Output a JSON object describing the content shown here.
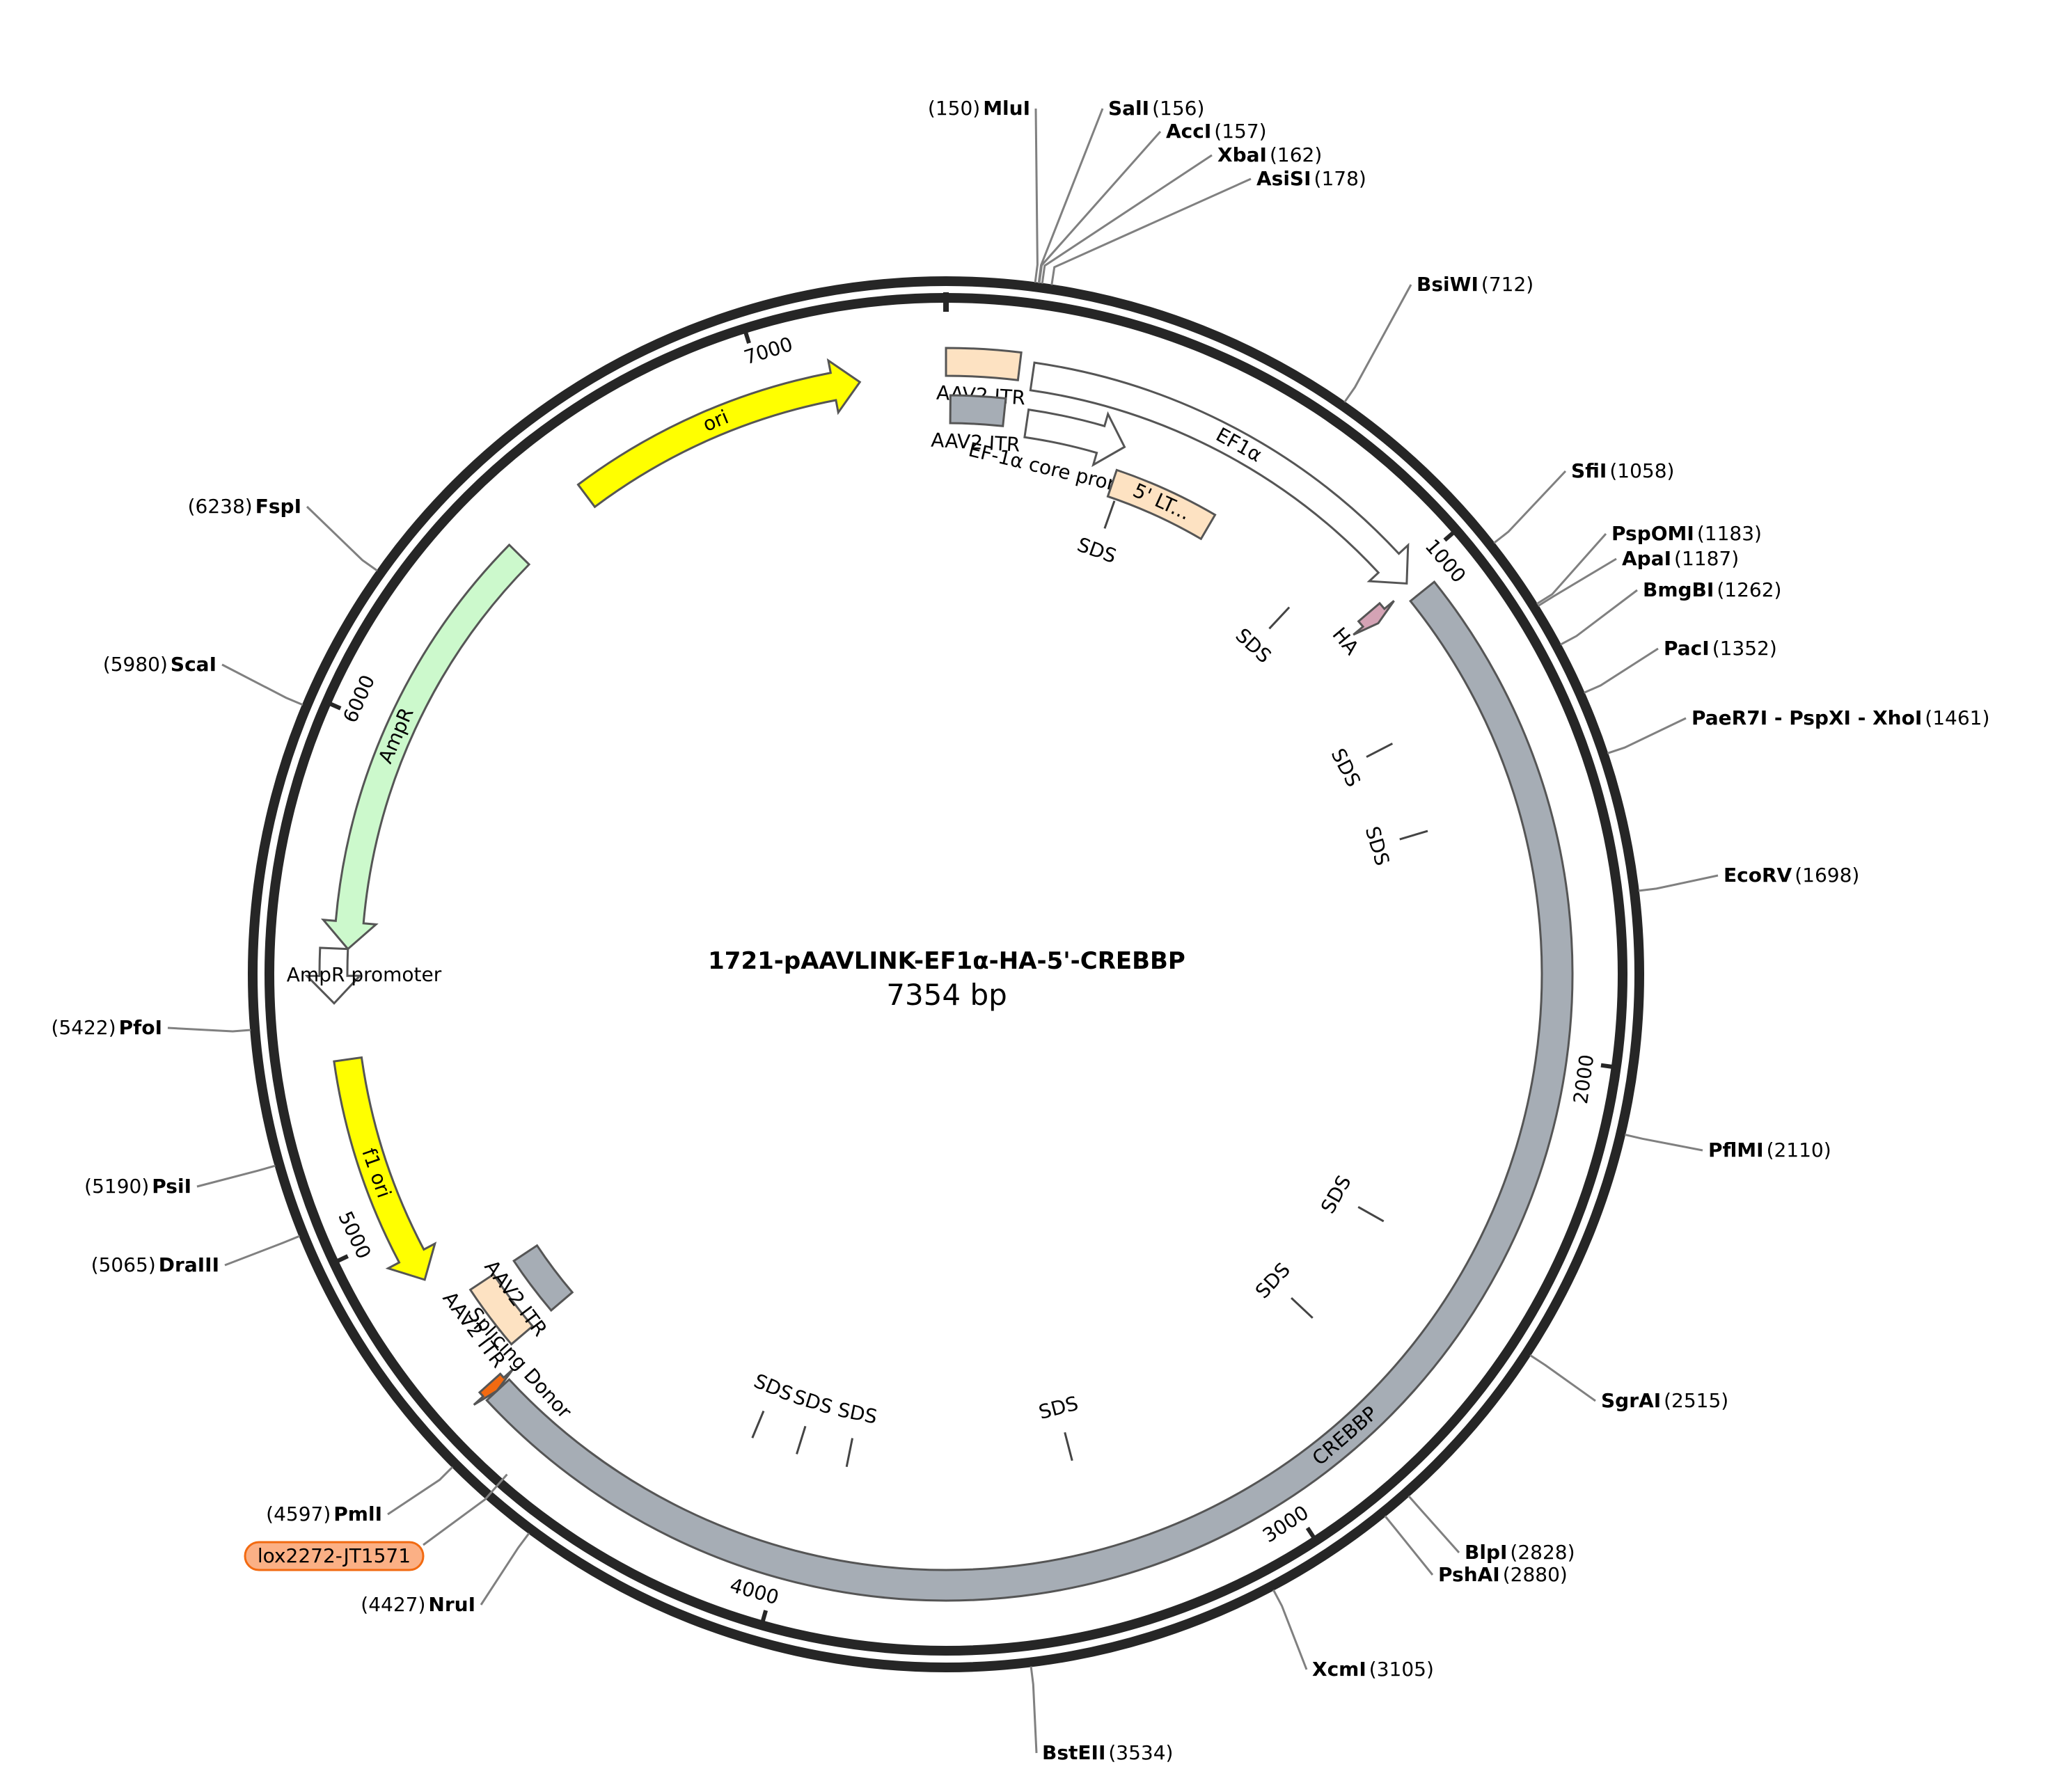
{
  "map": {
    "name": "1721-pAAVLINK-EF1α-HA-5'-CREBBP",
    "length_label": "7354 bp",
    "length": 7354
  },
  "ticks": [
    {
      "label": "1000",
      "bp": 1000
    },
    {
      "label": "2000",
      "bp": 2000
    },
    {
      "label": "3000",
      "bp": 3000
    },
    {
      "label": "4000",
      "bp": 4000
    },
    {
      "label": "5000",
      "bp": 5000
    },
    {
      "label": "6000",
      "bp": 6000
    },
    {
      "label": "7000",
      "bp": 7000
    }
  ],
  "sites": [
    {
      "name": "MluI",
      "pos": "(150)",
      "bp": 150
    },
    {
      "name": "SalI",
      "pos": "(156)",
      "bp": 156
    },
    {
      "name": "AccI",
      "pos": "(157)",
      "bp": 157
    },
    {
      "name": "XbaI",
      "pos": "(162)",
      "bp": 162
    },
    {
      "name": "AsiSI",
      "pos": "(178)",
      "bp": 178
    },
    {
      "name": "BsiWI",
      "pos": "(712)",
      "bp": 712
    },
    {
      "name": "SfiI",
      "pos": "(1058)",
      "bp": 1058
    },
    {
      "name": "PspOMI",
      "pos": "(1183)",
      "bp": 1183
    },
    {
      "name": "ApaI",
      "pos": "(1187)",
      "bp": 1187
    },
    {
      "name": "BmgBI",
      "pos": "(1262)",
      "bp": 1262
    },
    {
      "name": "PacI",
      "pos": "(1352)",
      "bp": 1352
    },
    {
      "name": "PaeR7I - PspXI - XhoI",
      "pos": "(1461)",
      "bp": 1461
    },
    {
      "name": "EcoRV",
      "pos": "(1698)",
      "bp": 1698
    },
    {
      "name": "PflMI",
      "pos": "(2110)",
      "bp": 2110
    },
    {
      "name": "SgrAI",
      "pos": "(2515)",
      "bp": 2515
    },
    {
      "name": "BlpI",
      "pos": "(2828)",
      "bp": 2828
    },
    {
      "name": "PshAI",
      "pos": "(2880)",
      "bp": 2880
    },
    {
      "name": "XcmI",
      "pos": "(3105)",
      "bp": 3105
    },
    {
      "name": "BstEII",
      "pos": "(3534)",
      "bp": 3534
    },
    {
      "name": "NruI",
      "pos": "(4427)",
      "bp": 4427
    },
    {
      "name": "PmlI",
      "pos": "(4597)",
      "bp": 4597
    },
    {
      "name": "DraIII",
      "pos": "(5065)",
      "bp": 5065
    },
    {
      "name": "PsiI",
      "pos": "(5190)",
      "bp": 5190
    },
    {
      "name": "PfoI",
      "pos": "(5422)",
      "bp": 5422
    },
    {
      "name": "ScaI",
      "pos": "(5980)",
      "bp": 5980
    },
    {
      "name": "FspI",
      "pos": "(6238)",
      "bp": 6238
    }
  ],
  "lox_tag": {
    "label": "lox2272-JT1571",
    "bp": 4520
  },
  "features": [
    {
      "label": "AAV2 ITR",
      "kind": "box",
      "color": "#fde2c2",
      "start": 0,
      "end": 141
    },
    {
      "label": "EF1α",
      "kind": "arrow",
      "color": "#ffffff",
      "start": 168,
      "end": 1015
    },
    {
      "label": "AAV2 ITR",
      "kind": "box",
      "color": "#a6adb5",
      "start": 9,
      "end": 121
    },
    {
      "label": "EF-1α core promoter",
      "kind": "arrow",
      "color": "#ffffff",
      "start": 170,
      "end": 382
    },
    {
      "label": "5' LT...",
      "kind": "box",
      "color": "#fde2c2",
      "start": 382,
      "end": 620
    },
    {
      "label": "HA",
      "kind": "arrow",
      "color": "#d4a3b5",
      "start": 1010,
      "end": 1040
    },
    {
      "label": "CREBBP",
      "kind": "box",
      "color": "#a6adb5",
      "start": 1046,
      "end": 4640
    },
    {
      "label": "Splicing Donor",
      "kind": "arrow",
      "color": "#f26a11",
      "start": 4640,
      "end": 4660
    },
    {
      "label": "AAV2 ITR",
      "kind": "box",
      "color": "#fde2c2",
      "start": 4690,
      "end": 4830
    },
    {
      "label": "AAV2 ITR",
      "kind": "box",
      "color": "#a6adb5",
      "start": 4690,
      "end": 4830
    },
    {
      "label": "f1 ori",
      "kind": "arrow",
      "color": "#ffff00",
      "start": 4895,
      "end": 5350
    },
    {
      "label": "AmpR promoter",
      "kind": "arrow",
      "color": "#ffffff",
      "start": 5460,
      "end": 5565
    },
    {
      "label": "AmpR",
      "kind": "arrow",
      "color": "#ccf9cc",
      "start": 5565,
      "end": 6425
    },
    {
      "label": "ori",
      "kind": "arrow",
      "color": "#ffff00",
      "start": 6600,
      "end": 7185
    }
  ],
  "sds_label": "SDS",
  "sds_marks": [
    {
      "bp": 400
    },
    {
      "bp": 880
    },
    {
      "bp": 1280
    },
    {
      "bp": 1500
    },
    {
      "bp": 2440
    },
    {
      "bp": 2720
    },
    {
      "bp": 3380
    },
    {
      "bp": 3910
    },
    {
      "bp": 4030
    },
    {
      "bp": 4140
    }
  ]
}
